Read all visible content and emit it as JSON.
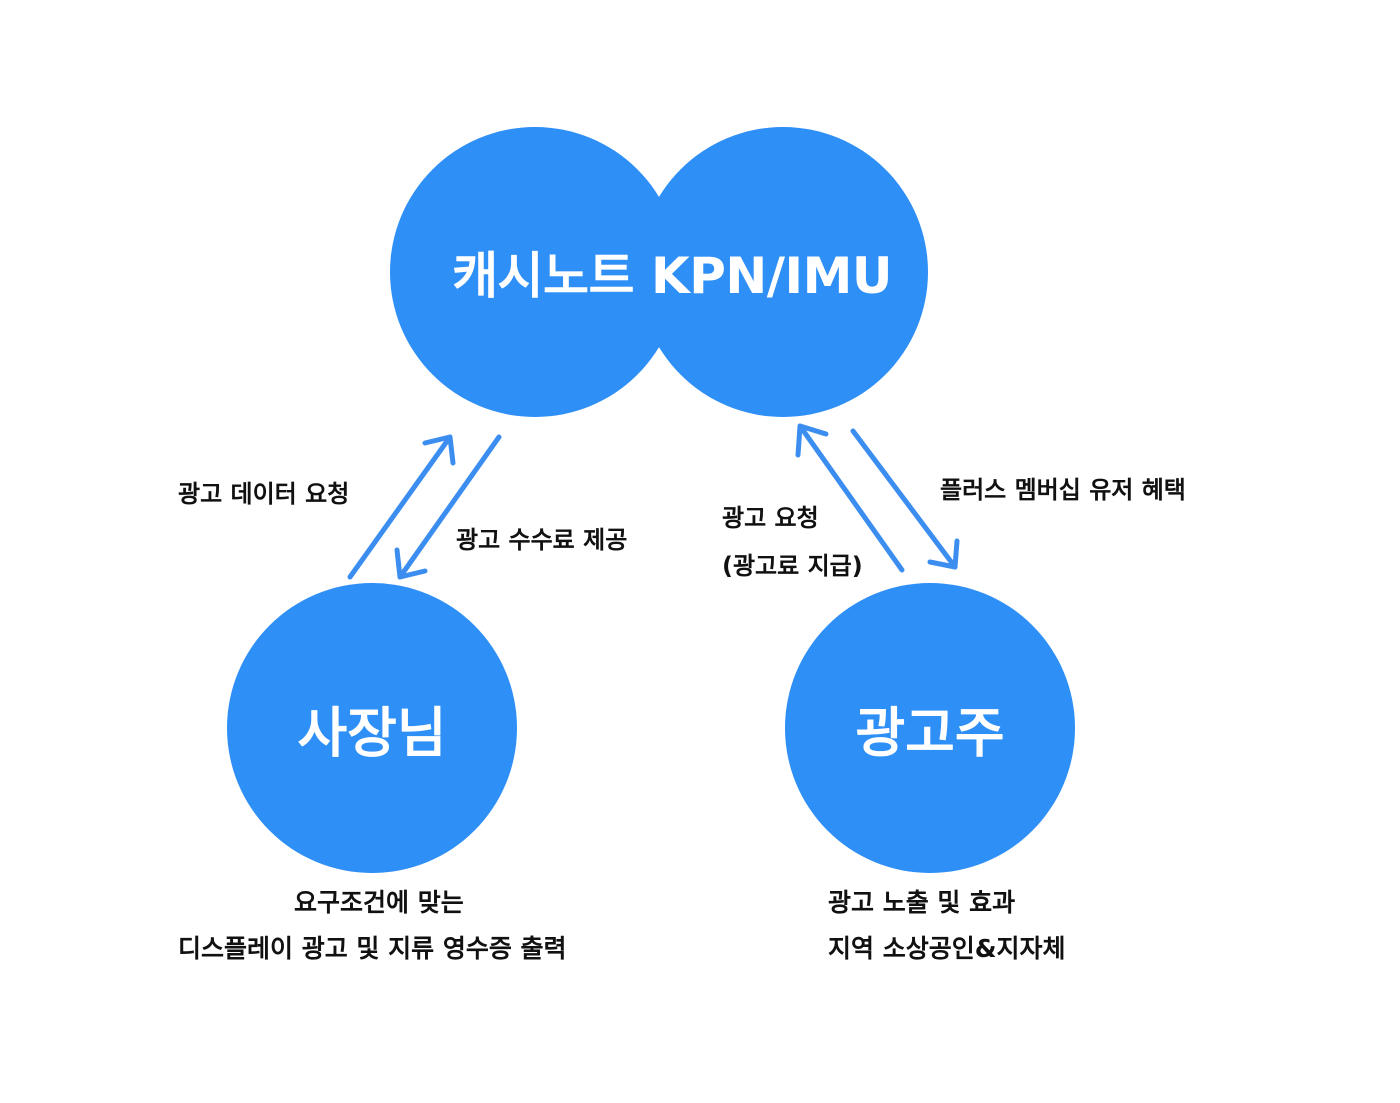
{
  "colors": {
    "node_fill": "#2e8ff7",
    "arrow": "#3b8ef0",
    "node_text": "#ffffff",
    "label_text": "#111111"
  },
  "nodes": {
    "hub": {
      "label": "캐시노트 KPN/IMU"
    },
    "owner": {
      "label": "사장님",
      "description": [
        "요구조건에 맞는",
        "디스플레이 광고 및 지류 영수증 출력"
      ]
    },
    "advertiser": {
      "label": "광고주",
      "description": [
        "광고 노출 및 효과",
        "지역 소상공인&지자체"
      ]
    }
  },
  "edges": {
    "owner_to_hub": {
      "label": "광고 데이터 요청"
    },
    "hub_to_owner": {
      "label": "광고 수수료 제공"
    },
    "advertiser_to_hub": {
      "label_lines": [
        "광고 요청",
        "(광고료 지급)"
      ]
    },
    "hub_to_advertiser": {
      "label": "플러스 멤버십 유저 혜택"
    }
  }
}
